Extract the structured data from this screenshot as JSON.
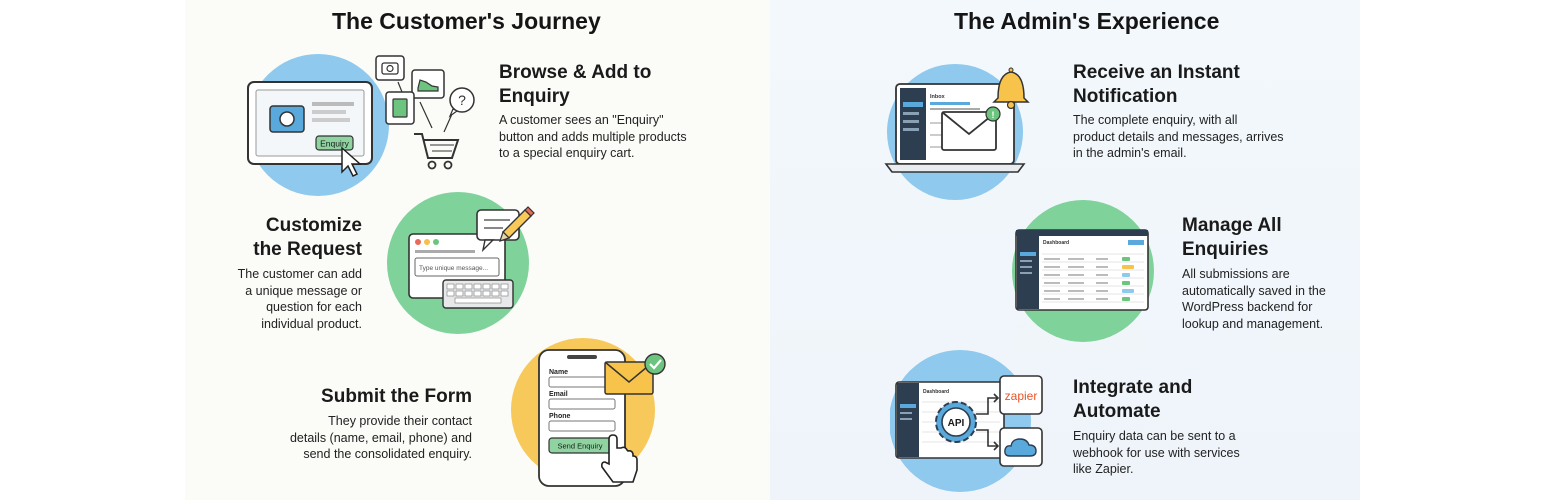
{
  "customer": {
    "title": "The Customer's Journey",
    "steps": [
      {
        "title_lines": [
          "Browse & Add to",
          "Enquiry"
        ],
        "desc_lines": [
          "A customer sees an \"Enquiry\"",
          "button and adds multiple products",
          "to a special enquiry cart."
        ],
        "illustration": {
          "button_label": "Enquiry",
          "icons": [
            "camera-icon",
            "shoe-icon",
            "book-icon",
            "question-icon",
            "cart-icon",
            "cursor-icon"
          ]
        }
      },
      {
        "title_lines": [
          "Customize",
          "the Request"
        ],
        "desc_lines": [
          "The customer can add",
          "a unique message or",
          "question for each",
          "individual product."
        ],
        "illustration": {
          "input_placeholder": "Type unique message...",
          "icons": [
            "chat-bubble-icon",
            "pencil-icon",
            "keyboard-icon"
          ]
        }
      },
      {
        "title_lines": [
          "Submit the Form"
        ],
        "desc_lines": [
          "They provide their contact",
          "details (name, email, phone) and",
          "send the consolidated enquiry."
        ],
        "illustration": {
          "fields": [
            "Name",
            "Email",
            "Phone"
          ],
          "button_label": "Send Enquiry",
          "icons": [
            "envelope-icon",
            "checkmark-icon",
            "hand-pointer-icon"
          ]
        }
      }
    ]
  },
  "admin": {
    "title": "The Admin's Experience",
    "steps": [
      {
        "title_lines": [
          "Receive an Instant",
          "Notification"
        ],
        "desc_lines": [
          "The complete enquiry, with all",
          "product details and messages, arrives",
          "in the admin's email."
        ],
        "illustration": {
          "inbox_label": "Inbox",
          "icons": [
            "laptop-icon",
            "bell-icon",
            "envelope-icon",
            "alert-icon"
          ]
        }
      },
      {
        "title_lines": [
          "Manage All",
          "Enquiries"
        ],
        "desc_lines": [
          "All submissions are",
          "automatically saved in the",
          "WordPress backend for",
          "lookup and management."
        ],
        "illustration": {
          "dashboard_label": "Dashboard",
          "icons": [
            "dashboard-icon"
          ]
        }
      },
      {
        "title_lines": [
          "Integrate and",
          "Automate"
        ],
        "desc_lines": [
          "Enquiry data can be sent to a",
          "webhook for use with services",
          "like Zapier."
        ],
        "illustration": {
          "dashboard_label": "Dashboard",
          "api_label": "API",
          "zapier_label": "zapier",
          "icons": [
            "gear-icon",
            "cloud-icon",
            "arrow-icon"
          ]
        }
      }
    ]
  },
  "colors": {
    "blue_circle": "#8fc9ee",
    "green_circle": "#7fd29a",
    "yellow_circle": "#f7c85a",
    "accent_green": "#6cc47f",
    "envelope_yellow": "#f8c34a",
    "zapier_orange": "#e8542a"
  }
}
